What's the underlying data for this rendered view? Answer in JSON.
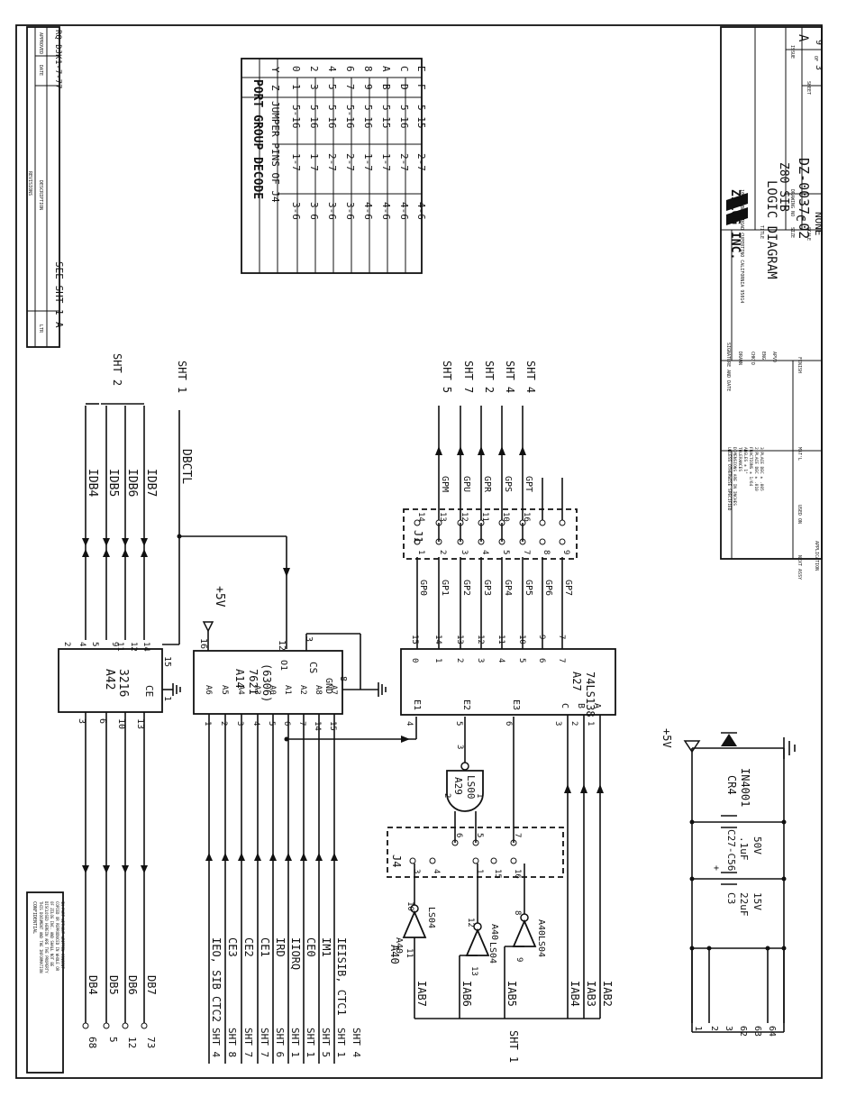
{
  "schematic": {
    "right_sheet_label": "SHT 2",
    "sht1_right": "SHT 1",
    "idb_signals": [
      "IDB4",
      "IDB5",
      "IDB6",
      "IDB7"
    ],
    "dbctl": "DBCTL",
    "db_signals": [
      "DB4",
      "DB5",
      "DB6",
      "DB7"
    ],
    "db_pins": [
      "68",
      "5",
      "12",
      "73"
    ],
    "a42_ref": "A42",
    "a42_part": "3216",
    "a42_left_pins": [
      "3",
      "6",
      "10",
      "13"
    ],
    "a42_right_pins": [
      "2",
      "4",
      "5",
      "9",
      "11",
      "12",
      "14"
    ],
    "a42_ce": "CE",
    "a42_ce_pins": [
      "1",
      "15"
    ],
    "a14_ref": "A14",
    "a14_part": "7621",
    "a14_alt": "(6306)",
    "plus5v": "+5V",
    "a14_vcc_pin": "16",
    "a14_o1_pin": "12",
    "a14_o1": "O1",
    "a14_cs": "CS",
    "a14_cs_pin": "3",
    "a14_gnd": "GND",
    "a14_gnd_pin": "8",
    "a14_inputs": [
      {
        "pin": "1",
        "addr": "A6",
        "sig": "IEO, SIB CTC2",
        "sht": "SHT 4"
      },
      {
        "pin": "2",
        "addr": "A5",
        "sig": "CE3",
        "sht": "SHT 8"
      },
      {
        "pin": "3",
        "addr": "A4",
        "sig": "CE2",
        "sht": "SHT 7"
      },
      {
        "pin": "4",
        "addr": "A3",
        "sig": "CE1",
        "sht": "SHT 7"
      },
      {
        "pin": "5",
        "addr": "A0",
        "sig": "IRD",
        "sht": "SHT 6"
      },
      {
        "pin": "6",
        "addr": "A1",
        "sig": "IIORQ",
        "sht": "SHT 1"
      },
      {
        "pin": "7",
        "addr": "A2",
        "sig": "CE0",
        "sht": "SHT 1"
      },
      {
        "pin": "14",
        "addr": "A8",
        "sig": "IM1",
        "sht": "SHT 5"
      },
      {
        "pin": "15",
        "addr": "A7",
        "sig": "IEISIB, CTC1",
        "sht": "SHT 1"
      }
    ],
    "extra_sht": "SHT 4",
    "a27_ref": "A27",
    "a27_part": "74LS138",
    "a27_left_labels": [
      "E1",
      "E2",
      "E3",
      "C",
      "B",
      "A"
    ],
    "a27_left_pins": [
      "4",
      "5",
      "6",
      "3",
      "2",
      "1"
    ],
    "a27_outputs": [
      "0",
      "1",
      "2",
      "3",
      "4",
      "5",
      "6",
      "7"
    ],
    "a27_output_pins": [
      "15",
      "14",
      "13",
      "12",
      "11",
      "10",
      "9",
      "7"
    ],
    "j1_ref": "J1",
    "gp_left": [
      "GP0",
      "GP1",
      "GP2",
      "GP3",
      "GP4",
      "GP5",
      "GP6",
      "GP7"
    ],
    "j1_left_pins": [
      "1",
      "2",
      "3",
      "4",
      "5",
      "7",
      "8",
      "9"
    ],
    "j1_right_pins": [
      "14",
      "13",
      "12",
      "11",
      "10",
      "16"
    ],
    "gp_right": [
      "GPM",
      "GPU",
      "GPR",
      "GPS",
      "GPT"
    ],
    "gp_right_sht": [
      "SHT 5",
      "SHT 7",
      "SHT 2",
      "SHT 4",
      "SHT 4"
    ],
    "a29_ref": "A29",
    "a29_part": "LS00",
    "a29_pins": [
      "2",
      "1",
      "3"
    ],
    "j4_ref": "J4",
    "j4_left_pins": [
      "3",
      "4",
      "1",
      "15",
      "16"
    ],
    "j4_right_pins": [
      "6",
      "5",
      "7"
    ],
    "a40_top": "A40",
    "inverters": [
      {
        "ref": "A40",
        "part": "LS04",
        "in": "11",
        "out": "10",
        "sig": "IAB7"
      },
      {
        "ref": "A40",
        "part": "LS04",
        "in": "13",
        "out": "12",
        "sig": "IAB6"
      },
      {
        "ref": "A40",
        "part": "LS04",
        "in": "9",
        "out": "8",
        "sig": "IAB5"
      }
    ],
    "iab_low": [
      "IAB4",
      "IAB3",
      "IAB2"
    ],
    "sht1_bottom": "SHT 1",
    "power_pins": [
      "1",
      "2",
      "3",
      "62",
      "63",
      "64"
    ],
    "c3": [
      "C3",
      "22uF",
      "15V"
    ],
    "c27": [
      "C27-C56",
      ".1uF",
      "50V"
    ],
    "cr4": [
      "CR4",
      "IN4001"
    ],
    "cap_plus": "+"
  },
  "port_table": {
    "title": "PORT GROUP DECODE",
    "headers": [
      "Y",
      "Z",
      "JUMPER PINS OF J4"
    ],
    "rows": [
      [
        "0",
        "1",
        "5-16",
        "1-7",
        "3-6"
      ],
      [
        "2",
        "3",
        "5 16",
        "1 7",
        "3 6"
      ],
      [
        "4",
        "5",
        "5 16",
        "2-7",
        "3-6"
      ],
      [
        "6",
        "7",
        "5-16",
        "2-7",
        "3-6"
      ],
      [
        "8",
        "9",
        "5 16",
        "1-7",
        "4-6"
      ],
      [
        "A",
        "B",
        "5 15",
        "1-7",
        "4-6"
      ],
      [
        "C",
        "D",
        "5 16",
        "2-7",
        "4-6"
      ],
      [
        "E",
        "F",
        "5 15",
        "2-7",
        "4-6"
      ]
    ]
  },
  "title_block": {
    "company": "ZILOG INC.",
    "address": "10460 BUBB ROAD  CUPERTINO CALIFORNIA 95014",
    "title_label": "TITLE",
    "title_lines": [
      "LOGIC DIAGRAM",
      "Z80 SIB"
    ],
    "size_label": "SIZE",
    "size": "C",
    "drawing_no_label": "DRAWING NO",
    "drawing_no": "DZ-0037-02",
    "issue_label": "ISSUE",
    "issue": "A",
    "scale_label": "SCALE",
    "scale": "NONE",
    "sheet_label": "SHEET",
    "sheet": "3",
    "of": "OF",
    "sheet_total": "9",
    "sig_header": "SIGNATURE AND DATE",
    "sig_rows": [
      "DRAWN",
      "CHK'D",
      "ENG",
      "APVD"
    ],
    "finish": "FINISH",
    "tolerance_lines": [
      "UNLESS OTHERWISE SPECIFIED",
      "DIMENSIONS ARE IN INCHES",
      "TOLERANCES",
      "ANGLES ± 1°",
      "FRACTIONS ± 1/64",
      "2 PLACE DEC ± .010",
      "3 PLACE DEC ± .005"
    ],
    "material": "MAT'L",
    "next_assy": "NEXT ASSY",
    "used_on": "USED ON",
    "application": "APPLICATION"
  },
  "revision_block": {
    "title": "REVISIONS",
    "ltr_label": "LTR",
    "description_label": "DESCRIPTION",
    "date_label": "DATE",
    "approved_label": "APPROVED",
    "ltr": "A",
    "description": "SEE SHT 1",
    "date": "1-7-77",
    "approved": "RQ DJK"
  },
  "confidential": {
    "title": "CONFIDENTIAL",
    "lines": [
      "THIS DOCUMENT AND THE INFORMATION",
      "DISCLOSED HEREIN ARE THE PROPERTY",
      "OF ZILOG INC. AND SHALL NOT BE",
      "COPIED OR REPRODUCED IN WHOLE OR",
      "IN PART WITHOUT WRITTEN CONSENT"
    ]
  }
}
